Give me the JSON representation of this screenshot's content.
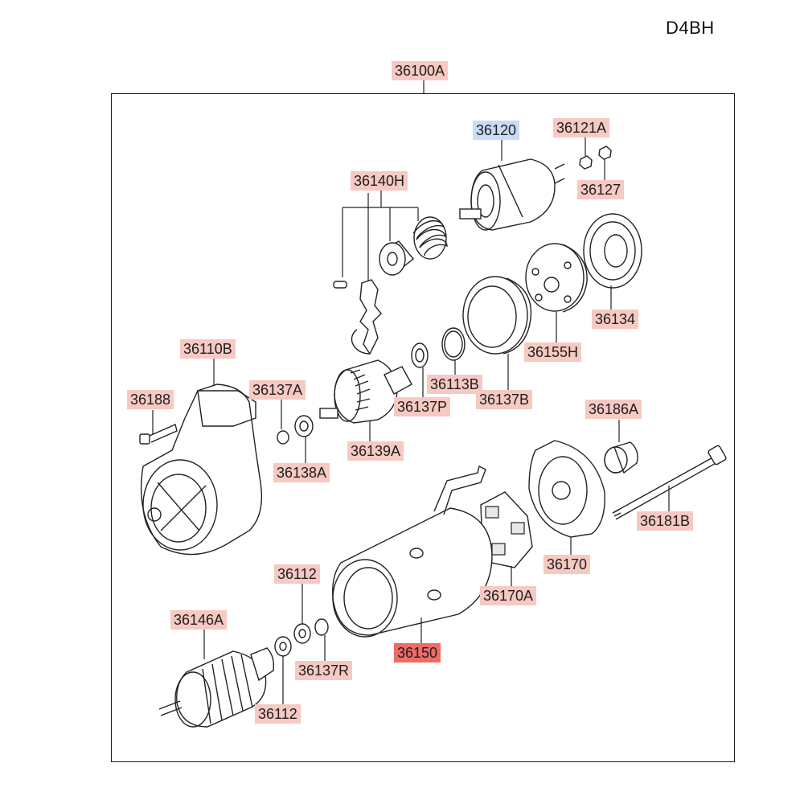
{
  "diagram": {
    "engine_code": "D4BH",
    "labels": {
      "assembly": "36100A",
      "solenoid": "36120",
      "nut_a": "36121A",
      "nut_b": "36127",
      "lever_set": "36140H",
      "end_cover": "36134",
      "plate": "36155H",
      "housing": "36110B",
      "bolt_small": "36188",
      "clip": "36137A",
      "washer_a": "36138A",
      "pinion": "36139A",
      "ring_p": "36137P",
      "ring_b": "36113B",
      "ring_large": "36137B",
      "bushing": "36186A",
      "through_bolt": "36181B",
      "rear_bracket": "36170",
      "brush_holder": "36170A",
      "washer_top": "36112",
      "armature": "36146A",
      "ring_r": "36137R",
      "yoke": "36150",
      "washer_bottom": "36112"
    }
  }
}
